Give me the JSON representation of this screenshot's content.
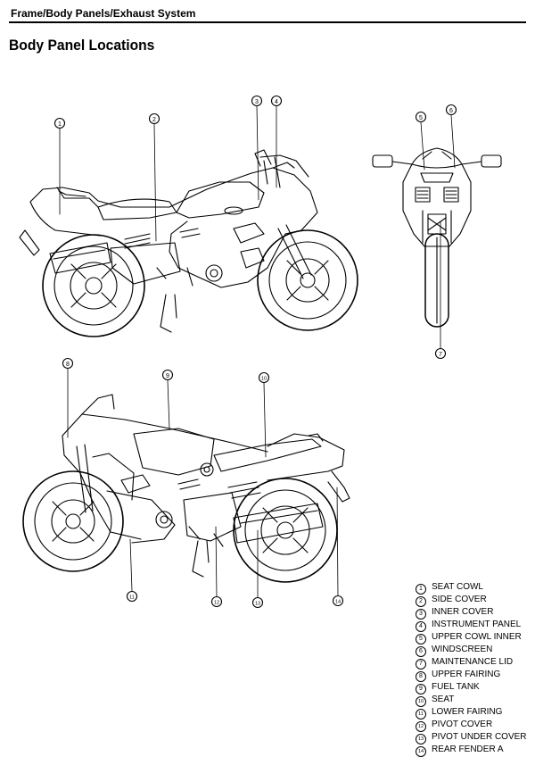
{
  "header": {
    "section": "Frame/Body Panels/Exhaust System"
  },
  "page": {
    "title": "Body Panel Locations"
  },
  "callouts": [
    "1",
    "2",
    "3",
    "4",
    "5",
    "6",
    "7",
    "8",
    "9",
    "10",
    "11",
    "12",
    "13",
    "14"
  ],
  "legend": [
    {
      "num": "1",
      "label": "SEAT COWL"
    },
    {
      "num": "2",
      "label": "SIDE COVER"
    },
    {
      "num": "3",
      "label": "INNER COVER"
    },
    {
      "num": "4",
      "label": "INSTRUMENT PANEL"
    },
    {
      "num": "5",
      "label": "UPPER COWL INNER"
    },
    {
      "num": "6",
      "label": "WINDSCREEN"
    },
    {
      "num": "7",
      "label": "MAINTENANCE LID"
    },
    {
      "num": "8",
      "label": "UPPER FAIRING"
    },
    {
      "num": "9",
      "label": "FUEL TANK"
    },
    {
      "num": "10",
      "label": "SEAT"
    },
    {
      "num": "11",
      "label": "LOWER FAIRING"
    },
    {
      "num": "12",
      "label": "PIVOT COVER"
    },
    {
      "num": "13",
      "label": "PIVOT UNDER COVER"
    },
    {
      "num": "14",
      "label": "REAR FENDER A"
    }
  ]
}
